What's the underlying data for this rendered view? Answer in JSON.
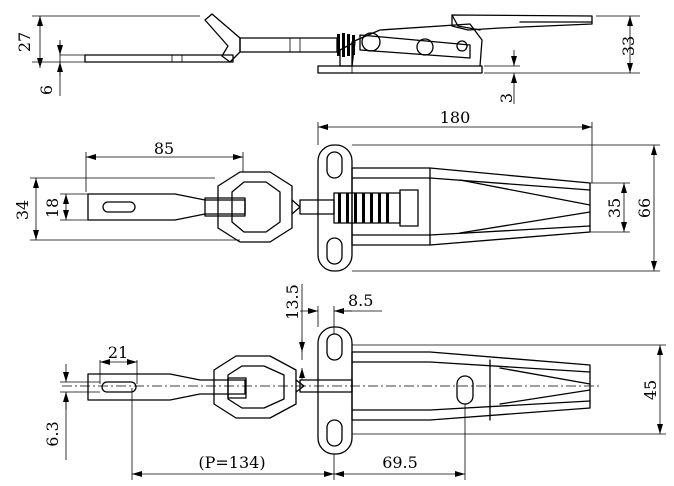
{
  "dimensions": {
    "side": {
      "d27": "27",
      "d6": "6",
      "d33": "33",
      "d3": "3"
    },
    "top": {
      "d85": "85",
      "d180": "180",
      "d34": "34",
      "d18": "18",
      "d35": "35",
      "d66": "66"
    },
    "bottom": {
      "d13_5": "13.5",
      "d8_5": "8.5",
      "d21": "21",
      "d6_3": "6.3",
      "d45": "45",
      "dP": "(P=134)",
      "d69_5": "69.5"
    }
  }
}
